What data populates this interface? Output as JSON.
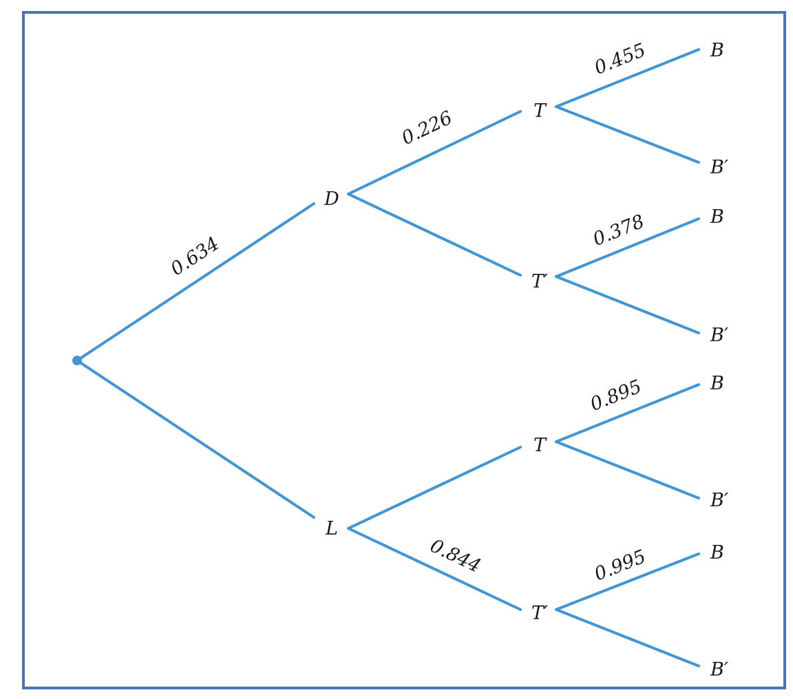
{
  "tree": {
    "edge_color": "#3f95d6",
    "border_color": "#4a74b6",
    "nodes": {
      "D": "D",
      "L": "L",
      "D_T": "T",
      "D_Tp": "T′",
      "L_T": "T",
      "L_Tp": "T′",
      "D_T_B": "B",
      "D_T_Bp": "B′",
      "D_Tp_B": "B",
      "D_Tp_Bp": "B′",
      "L_T_B": "B",
      "L_T_Bp": "B′",
      "L_Tp_B": "B",
      "L_Tp_Bp": "B′"
    },
    "probabilities": {
      "root_D": "0.634",
      "D_T": "0.226",
      "D_T_B": "0.455",
      "D_Tp_B": "0.378",
      "L_T_B": "0.895",
      "L_Tp": "0.844",
      "L_Tp_B": "0.995"
    }
  }
}
